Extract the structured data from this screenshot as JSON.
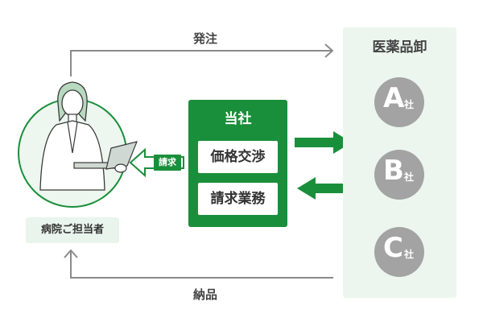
{
  "labels": {
    "order": "発注",
    "delivery": "納品",
    "person": "病院ご担当者",
    "request_tag": "請求"
  },
  "company": {
    "title": "当社",
    "boxes": [
      "価格交渉",
      "請求業務"
    ]
  },
  "wholesalers": {
    "title": "医薬品卸",
    "items": [
      {
        "letter": "A",
        "suffix": "社"
      },
      {
        "letter": "B",
        "suffix": "社"
      },
      {
        "letter": "C",
        "suffix": "社"
      }
    ]
  },
  "colors": {
    "green": "#1a8f3b",
    "light_green": "#ecf6ef",
    "gray_circle": "#a3a3a3",
    "line_gray": "#8a8a8a"
  },
  "icons": [
    "person-with-laptop-illustration"
  ]
}
